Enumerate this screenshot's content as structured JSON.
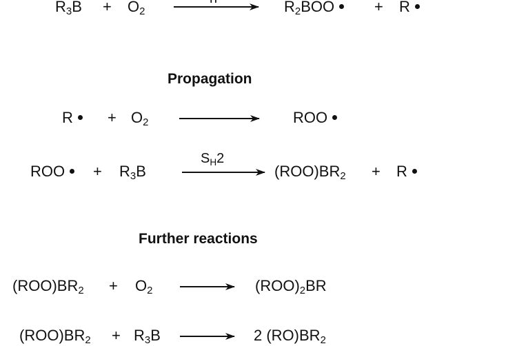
{
  "sections": {
    "propagation": "Propagation",
    "further": "Further reactions"
  },
  "initiation": {
    "r1": "R",
    "r1_sub": "3",
    "r1_tail": "B",
    "plus1": "+",
    "o2_main": "O",
    "o2_sub": "2",
    "arrow_label": "h",
    "p1_a": "R",
    "p1_sub": "2",
    "p1_b": "BOO",
    "plus2": "+",
    "p2": "R"
  },
  "prop1": {
    "r1": "R",
    "plus": "+",
    "o2_main": "O",
    "o2_sub": "2",
    "product": "ROO"
  },
  "prop2": {
    "r1": "ROO",
    "plus1": "+",
    "r2": "R",
    "r2_sub": "3",
    "r2_tail": "B",
    "arrow_label": "S",
    "arrow_label_sub": "H",
    "arrow_label_tail": "2",
    "p1": "(ROO)BR",
    "p1_sub": "2",
    "plus2": "+",
    "p2": "R"
  },
  "further1": {
    "r1": "(ROO)BR",
    "r1_sub": "2",
    "plus": "+",
    "o2_main": "O",
    "o2_sub": "2",
    "p1_a": "(ROO)",
    "p1_sub": "2",
    "p1_b": "BR"
  },
  "further2": {
    "r1": "(ROO)BR",
    "r1_sub": "2",
    "plus": "+",
    "r2": "R",
    "r2_sub": "3",
    "r2_tail": "B",
    "p1": "2 (RO)BR",
    "p1_sub": "2"
  }
}
